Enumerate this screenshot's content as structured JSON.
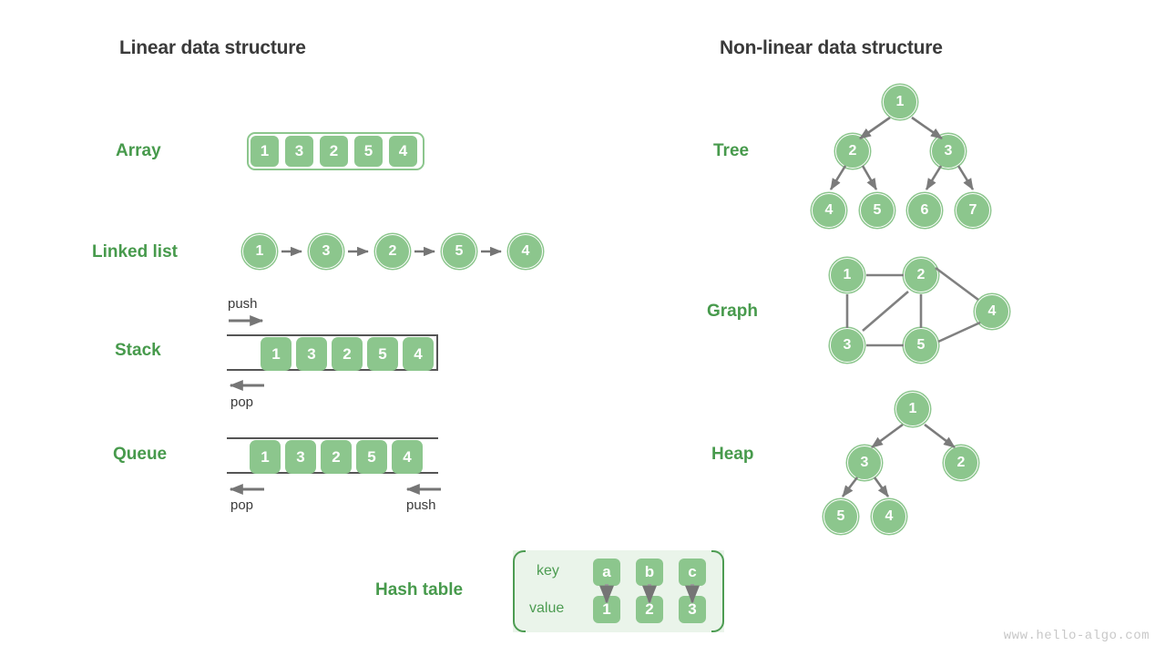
{
  "headings": {
    "linear": "Linear data structure",
    "nonlinear": "Non-linear data structure"
  },
  "labels": {
    "array": "Array",
    "linked_list": "Linked list",
    "stack": "Stack",
    "queue": "Queue",
    "hash_table": "Hash table",
    "tree": "Tree",
    "graph": "Graph",
    "heap": "Heap"
  },
  "colors": {
    "node_fill": "#8cc68d",
    "label_green": "#479a4c",
    "heading_gray": "#3a3a3a",
    "arrow_gray": "#757575",
    "edge_gray": "#808080",
    "panel_bg": "#eaf4ea",
    "bracket_green": "#4d9c52",
    "container_border": "#555555",
    "watermark_gray": "#c8c8c8",
    "background": "#ffffff"
  },
  "array": {
    "values": [
      "1",
      "3",
      "2",
      "5",
      "4"
    ]
  },
  "linked_list": {
    "values": [
      "1",
      "3",
      "2",
      "5",
      "4"
    ]
  },
  "stack": {
    "values": [
      "1",
      "3",
      "2",
      "5",
      "4"
    ],
    "push_label": "push",
    "pop_label": "pop"
  },
  "queue": {
    "values": [
      "1",
      "3",
      "2",
      "5",
      "4"
    ],
    "pop_label": "pop",
    "push_label": "push"
  },
  "hash_table": {
    "key_label": "key",
    "value_label": "value",
    "keys": [
      "a",
      "b",
      "c"
    ],
    "values": [
      "1",
      "2",
      "3"
    ]
  },
  "tree": {
    "nodes": [
      "1",
      "2",
      "3",
      "4",
      "5",
      "6",
      "7"
    ],
    "edges": [
      [
        0,
        1
      ],
      [
        0,
        2
      ],
      [
        1,
        3
      ],
      [
        1,
        4
      ],
      [
        2,
        5
      ],
      [
        2,
        6
      ]
    ]
  },
  "graph": {
    "nodes": [
      "1",
      "2",
      "3",
      "4",
      "5"
    ],
    "edges": [
      [
        0,
        1
      ],
      [
        0,
        2
      ],
      [
        1,
        2
      ],
      [
        1,
        4
      ],
      [
        1,
        3
      ],
      [
        2,
        4
      ],
      [
        4,
        3
      ]
    ]
  },
  "heap": {
    "nodes": [
      "1",
      "3",
      "2",
      "5",
      "4"
    ],
    "edges": [
      [
        0,
        1
      ],
      [
        0,
        2
      ],
      [
        1,
        3
      ],
      [
        1,
        4
      ]
    ]
  },
  "watermark": "www.hello-algo.com"
}
